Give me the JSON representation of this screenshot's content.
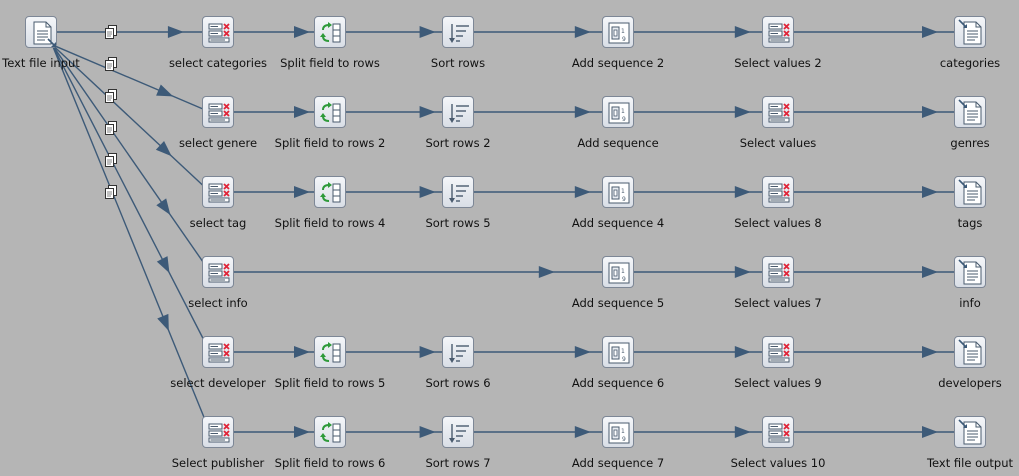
{
  "canvas": {
    "background": "#b5b5b5",
    "hop_color": "#3d5a78"
  },
  "source": {
    "name": "Text file input",
    "icon": "text-file-input-icon"
  },
  "rows": [
    {
      "steps": [
        {
          "name": "select categories",
          "icon": "select-values-icon"
        },
        {
          "name": "Split field to rows",
          "icon": "split-field-icon"
        },
        {
          "name": "Sort rows",
          "icon": "sort-rows-icon"
        },
        {
          "name": "Add sequence 2",
          "icon": "add-sequence-icon"
        },
        {
          "name": "Select values 2",
          "icon": "select-values-icon"
        },
        {
          "name": "categories",
          "icon": "text-file-output-icon"
        }
      ]
    },
    {
      "steps": [
        {
          "name": "select genere",
          "icon": "select-values-icon"
        },
        {
          "name": "Split field to rows 2",
          "icon": "split-field-icon"
        },
        {
          "name": "Sort rows 2",
          "icon": "sort-rows-icon"
        },
        {
          "name": "Add sequence",
          "icon": "add-sequence-icon"
        },
        {
          "name": "Select values",
          "icon": "select-values-icon"
        },
        {
          "name": "genres",
          "icon": "text-file-output-icon"
        }
      ]
    },
    {
      "steps": [
        {
          "name": "select tag",
          "icon": "select-values-icon"
        },
        {
          "name": "Split field to rows 4",
          "icon": "split-field-icon"
        },
        {
          "name": "Sort rows 5",
          "icon": "sort-rows-icon"
        },
        {
          "name": "Add sequence 4",
          "icon": "add-sequence-icon"
        },
        {
          "name": "Select values 8",
          "icon": "select-values-icon"
        },
        {
          "name": "tags",
          "icon": "text-file-output-icon"
        }
      ]
    },
    {
      "steps": [
        {
          "name": "select info",
          "icon": "select-values-icon"
        },
        null,
        null,
        {
          "name": "Add sequence 5",
          "icon": "add-sequence-icon"
        },
        {
          "name": "Select values 7",
          "icon": "select-values-icon"
        },
        {
          "name": "info",
          "icon": "text-file-output-icon"
        }
      ]
    },
    {
      "steps": [
        {
          "name": "select developer",
          "icon": "select-values-icon"
        },
        {
          "name": "Split field to rows 5",
          "icon": "split-field-icon"
        },
        {
          "name": "Sort rows 6",
          "icon": "sort-rows-icon"
        },
        {
          "name": "Add sequence 6",
          "icon": "add-sequence-icon"
        },
        {
          "name": "Select values 9",
          "icon": "select-values-icon"
        },
        {
          "name": "developers",
          "icon": "text-file-output-icon"
        }
      ]
    },
    {
      "steps": [
        {
          "name": "Select publisher",
          "icon": "select-values-icon"
        },
        {
          "name": "Split field to rows 6",
          "icon": "split-field-icon"
        },
        {
          "name": "Sort rows 7",
          "icon": "sort-rows-icon"
        },
        {
          "name": "Add sequence 7",
          "icon": "add-sequence-icon"
        },
        {
          "name": "Select values 10",
          "icon": "select-values-icon"
        },
        {
          "name": "Text file output",
          "icon": "text-file-output-icon"
        }
      ]
    }
  ]
}
